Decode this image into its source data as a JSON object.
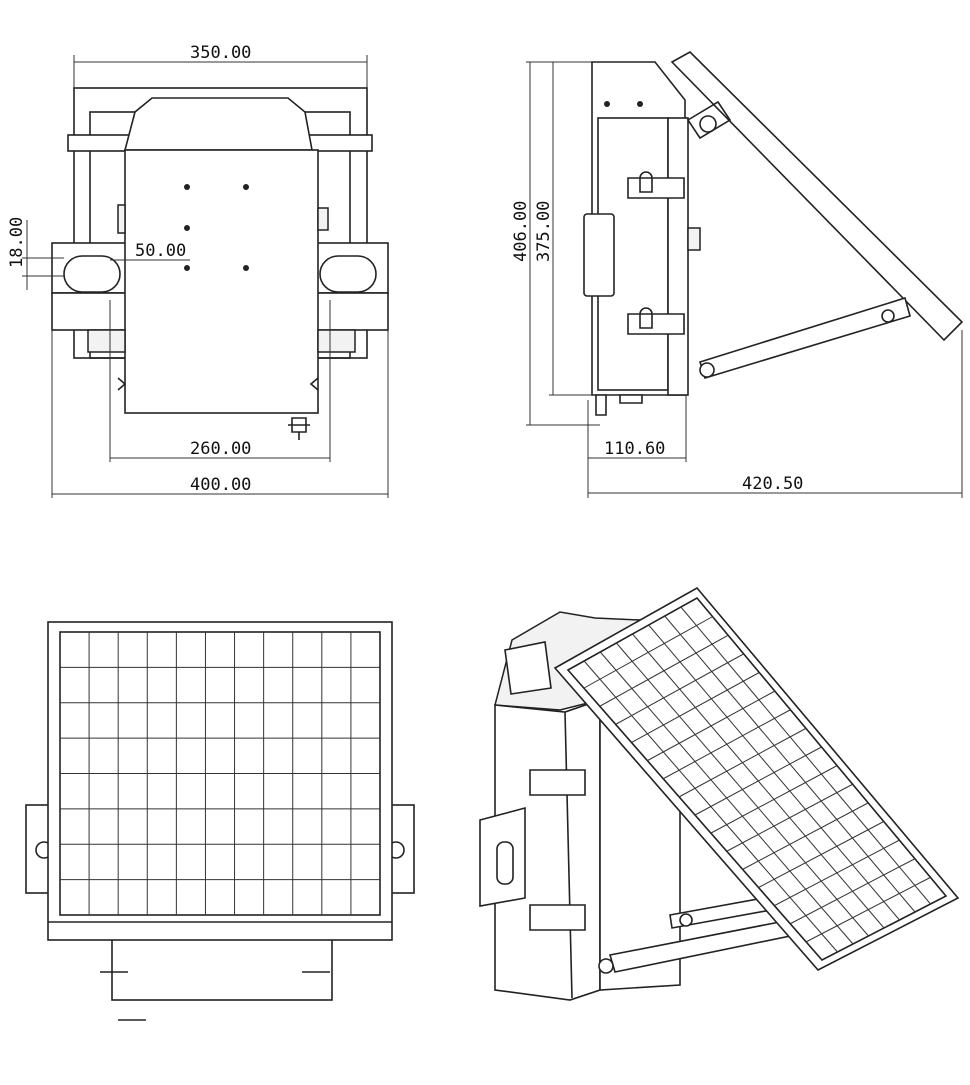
{
  "drawing": {
    "front_view": {
      "width_top": "350.00",
      "slot_height": "18.00",
      "slot_offset": "50.00",
      "mount_width": "260.00",
      "width_overall": "400.00"
    },
    "side_view": {
      "height_overall": "406.00",
      "height_box": "375.00",
      "depth_box": "110.60",
      "depth_overall": "420.50"
    },
    "panel_view": {
      "grid_columns": 11,
      "grid_rows": 8
    },
    "iso_view": {
      "panel_columns": 8,
      "panel_rows": 16
    }
  }
}
